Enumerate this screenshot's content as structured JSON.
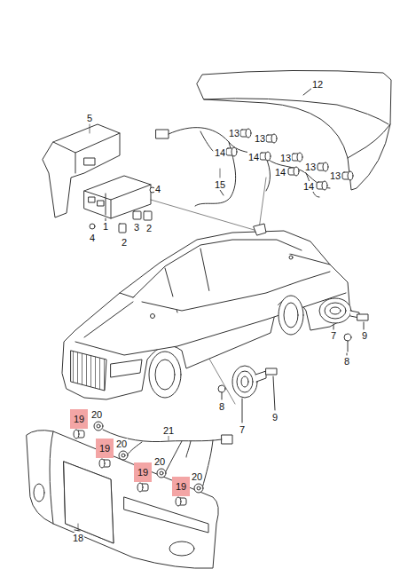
{
  "diagram": {
    "nodes": [
      {
        "text": [
          "19"
        ]
      },
      {
        "text": [
          "19"
        ]
      },
      {
        "text": [
          "19"
        ]
      },
      {
        "text": [
          "19"
        ]
      }
    ],
    "labels": [
      "12",
      "5",
      "13",
      "13",
      "14",
      "14",
      "13",
      "14",
      "13",
      "14",
      "13",
      "15",
      "4",
      "1",
      "4",
      "2",
      "3",
      "2",
      "7",
      "9",
      "8",
      "7",
      "9",
      "8",
      "20",
      "20",
      "21",
      "20",
      "20",
      "18"
    ]
  }
}
